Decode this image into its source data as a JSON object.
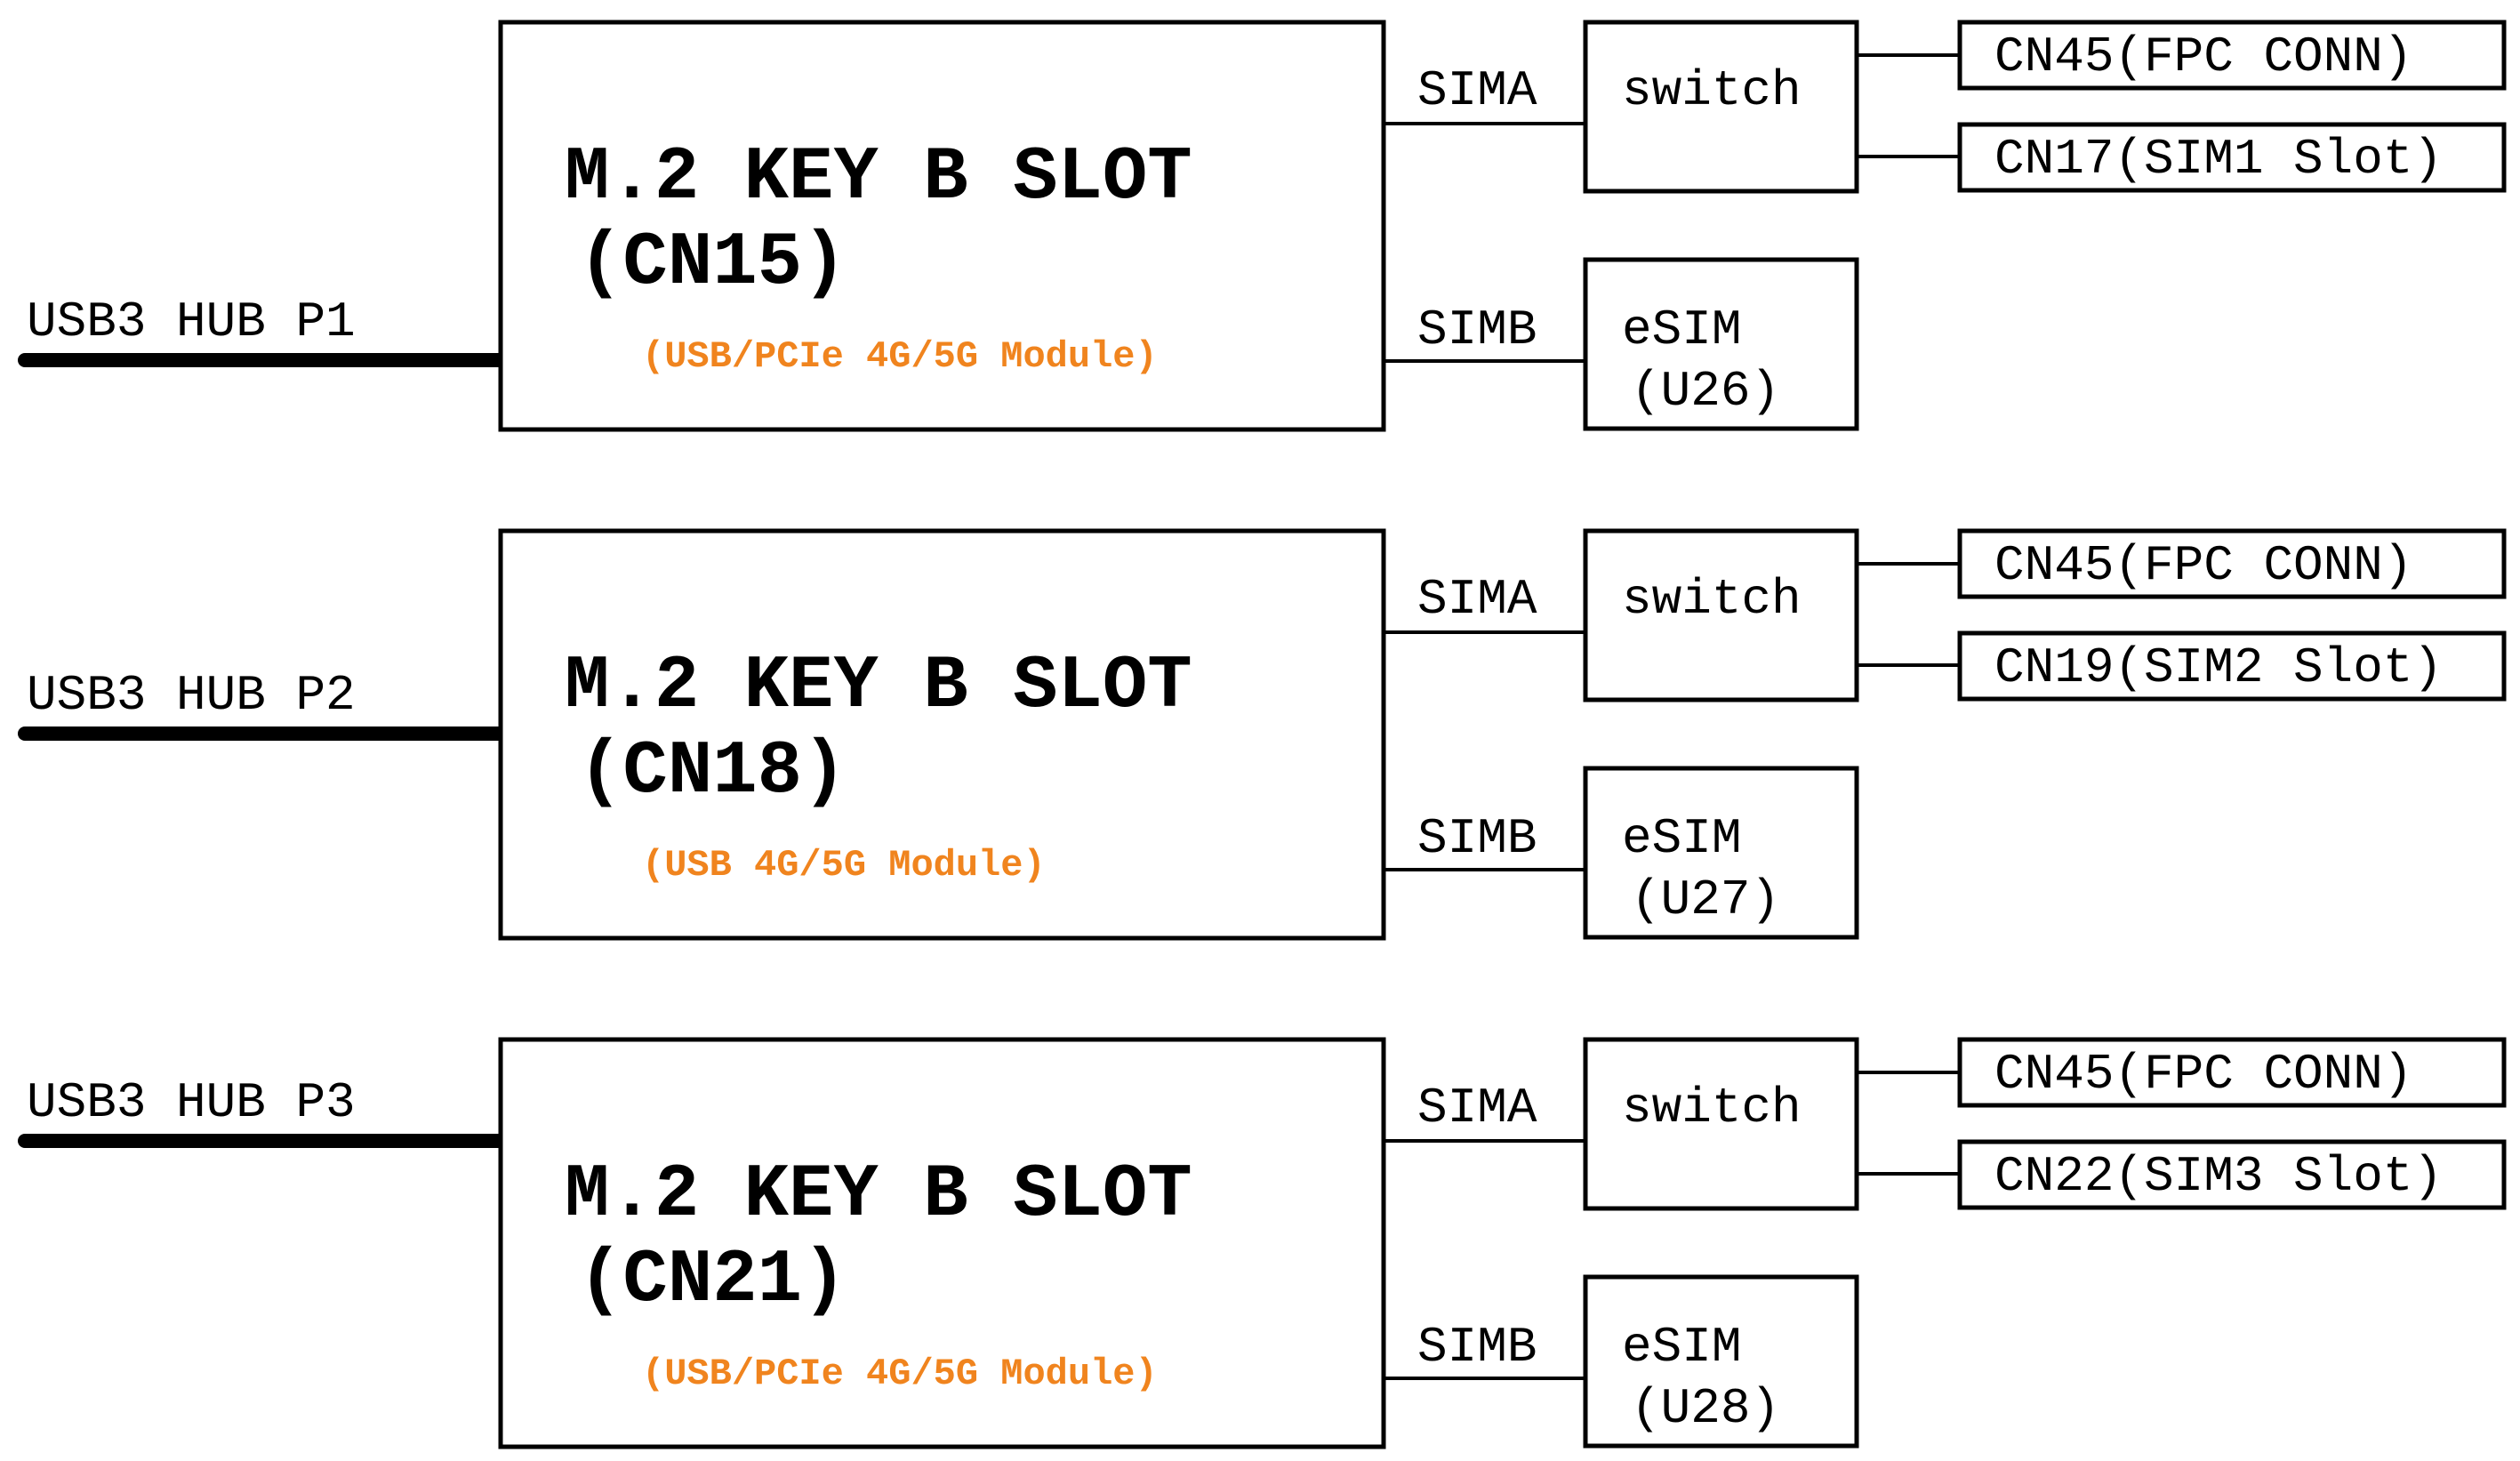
{
  "colors": {
    "line": "#000000",
    "module_note": "#f0841e",
    "background": "#ffffff"
  },
  "rows": [
    {
      "hub_label": "USB3 HUB P1",
      "slot_line1": "M.2 KEY B SLOT",
      "slot_line2": "(CN15)",
      "module_note": "(USB/PCIe 4G/5G Module)",
      "sima_label": "SIMA",
      "simb_label": "SIMB",
      "switch_label": "switch",
      "esim_line1": "eSIM",
      "esim_line2": "(U26)",
      "conn_a": "CN45(FPC CONN)",
      "conn_b": "CN17(SIM1 Slot)"
    },
    {
      "hub_label": "USB3 HUB P2",
      "slot_line1": "M.2 KEY B SLOT",
      "slot_line2": "(CN18)",
      "module_note": "(USB 4G/5G Module)",
      "sima_label": "SIMA",
      "simb_label": "SIMB",
      "switch_label": "switch",
      "esim_line1": "eSIM",
      "esim_line2": "(U27)",
      "conn_a": "CN45(FPC CONN)",
      "conn_b": "CN19(SIM2 Slot)"
    },
    {
      "hub_label": "USB3 HUB P3",
      "slot_line1": "M.2 KEY B SLOT",
      "slot_line2": "(CN21)",
      "module_note": "(USB/PCIe 4G/5G Module)",
      "sima_label": "SIMA",
      "simb_label": "SIMB",
      "switch_label": "switch",
      "esim_line1": "eSIM",
      "esim_line2": "(U28)",
      "conn_a": "CN45(FPC CONN)",
      "conn_b": "CN22(SIM3 Slot)"
    }
  ]
}
